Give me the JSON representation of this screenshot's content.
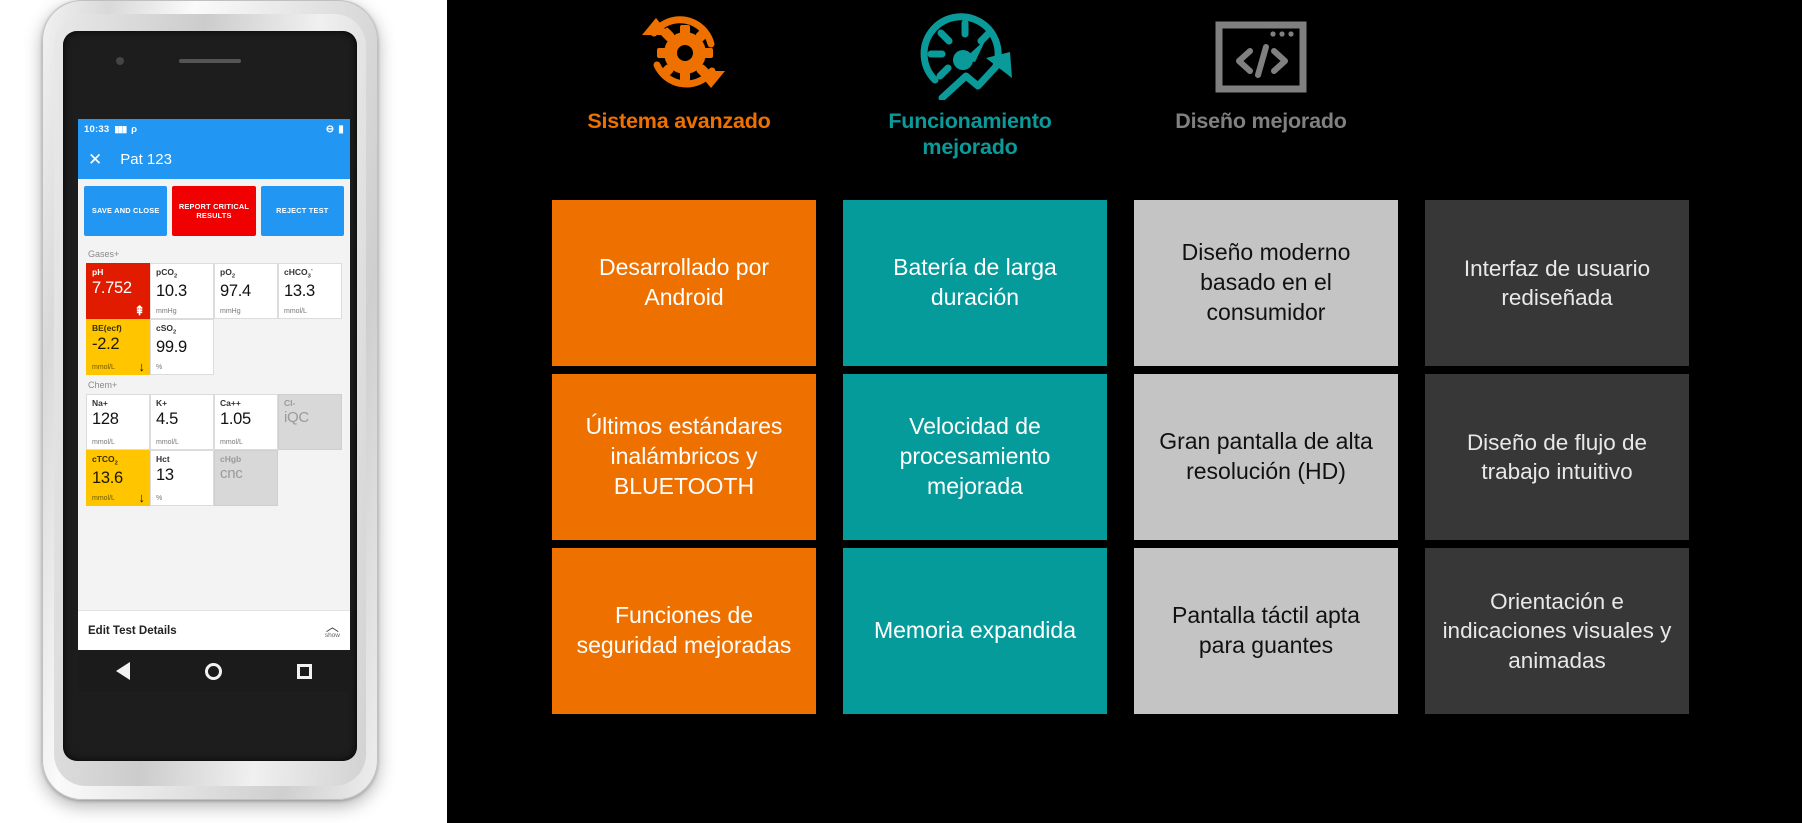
{
  "phone": {
    "status_bar": {
      "time": "10:33",
      "signal_icon": "signal-bars-icon",
      "app_icon": "p-icon",
      "right_icon_1": "do-not-disturb-icon",
      "battery_icon": "battery-icon"
    },
    "app_bar": {
      "close_icon": "close-icon",
      "title": "Pat 123"
    },
    "actions": [
      {
        "label": "SAVE AND CLOSE",
        "color": "#2196f3",
        "name": "save-and-close-button"
      },
      {
        "label": "REPORT CRITICAL RESULTS",
        "color": "#f00000",
        "name": "report-critical-results-button"
      },
      {
        "label": "REJECT TEST",
        "color": "#2196f3",
        "name": "reject-test-button"
      }
    ],
    "sections": [
      {
        "label": "Gases+",
        "rows": [
          [
            {
              "name": "pH",
              "sub": "",
              "value": "7.752",
              "unit": "",
              "style": "red",
              "arrow": "up"
            },
            {
              "name": "pCO",
              "sub": "2",
              "value": "10.3",
              "unit": "mmHg",
              "style": "plain",
              "arrow": ""
            },
            {
              "name": "pO",
              "sub": "2",
              "value": "97.4",
              "unit": "mmHg",
              "style": "plain",
              "arrow": ""
            },
            {
              "name": "cHCO",
              "sub": "3",
              "sup": "-",
              "value": "13.3",
              "unit": "mmol/L",
              "style": "plain",
              "arrow": ""
            }
          ],
          [
            {
              "name": "BE(ecf)",
              "sub": "",
              "value": "-2.2",
              "unit": "mmol/L",
              "style": "amber",
              "arrow": "down"
            },
            {
              "name": "cSO",
              "sub": "2",
              "value": "99.9",
              "unit": "%",
              "style": "plain",
              "arrow": ""
            },
            {
              "name": "",
              "sub": "",
              "value": "",
              "unit": "",
              "style": "blank",
              "arrow": ""
            },
            {
              "name": "",
              "sub": "",
              "value": "",
              "unit": "",
              "style": "blank",
              "arrow": ""
            }
          ]
        ]
      },
      {
        "label": "Chem+",
        "rows": [
          [
            {
              "name": "Na+",
              "sub": "",
              "value": "128",
              "unit": "mmol/L",
              "style": "plain",
              "arrow": ""
            },
            {
              "name": "K+",
              "sub": "",
              "value": "4.5",
              "unit": "mmol/L",
              "style": "plain",
              "arrow": ""
            },
            {
              "name": "Ca++",
              "sub": "",
              "value": "1.05",
              "unit": "mmol/L",
              "style": "plain",
              "arrow": ""
            },
            {
              "name": "Cl-",
              "sub": "",
              "value": "iQC",
              "unit": "",
              "style": "muted",
              "arrow": ""
            }
          ],
          [
            {
              "name": "cTCO",
              "sub": "2",
              "value": "13.6",
              "unit": "mmol/L",
              "style": "amber",
              "arrow": "down"
            },
            {
              "name": "Hct",
              "sub": "",
              "value": "13",
              "unit": "%",
              "style": "plain",
              "arrow": ""
            },
            {
              "name": "cHgb",
              "sub": "",
              "value": "cnc",
              "unit": "",
              "style": "muted",
              "arrow": ""
            },
            {
              "name": "",
              "sub": "",
              "value": "",
              "unit": "",
              "style": "blank",
              "arrow": ""
            }
          ]
        ]
      }
    ],
    "footer": {
      "edit_label": "Edit Test Details",
      "caret_icon": "chevron-up-icon",
      "show_label": "show"
    },
    "nav_bar": {
      "back_icon": "back-triangle-icon",
      "home_icon": "home-circle-icon",
      "recent_icon": "recent-square-icon"
    }
  },
  "panel": {
    "background": "#000000",
    "columns": [
      {
        "title": "Sistema avanzado",
        "color": "#ee7100",
        "icon": "gear-refresh-icon",
        "tiles": [
          "Desarrollado por Android",
          "Últimos estándares inalámbricos y BLUETOOTH",
          "Funciones de seguridad mejoradas"
        ]
      },
      {
        "title": "Funcionamiento mejorado",
        "color": "#0a9a9a",
        "icon": "speedometer-arrow-icon",
        "tiles": [
          "Batería de larga duración",
          "Velocidad de procesamiento mejorada",
          "Memoria expandida"
        ]
      },
      {
        "title": "Diseño mejorado",
        "color": "#808080",
        "icon": "code-window-icon",
        "tiles": [
          "Diseño moderno basado en el consumidor",
          "Gran pantalla de alta resolución (HD)",
          "Pantalla táctil apta para guantes"
        ]
      },
      {
        "title": "",
        "color": "#373737",
        "icon": "",
        "tiles": [
          "Interfaz de usuario rediseñada",
          "Diseño de flujo de trabajo intuitivo",
          "Orientación e indicaciones visuales y animadas"
        ]
      }
    ]
  },
  "colors": {
    "orange": "#ee7100",
    "teal": "#069b9b",
    "grey": "#c4c4c4",
    "dark": "#373737",
    "blue": "#2196f3",
    "red": "#f00000",
    "amber": "#ffc600"
  }
}
